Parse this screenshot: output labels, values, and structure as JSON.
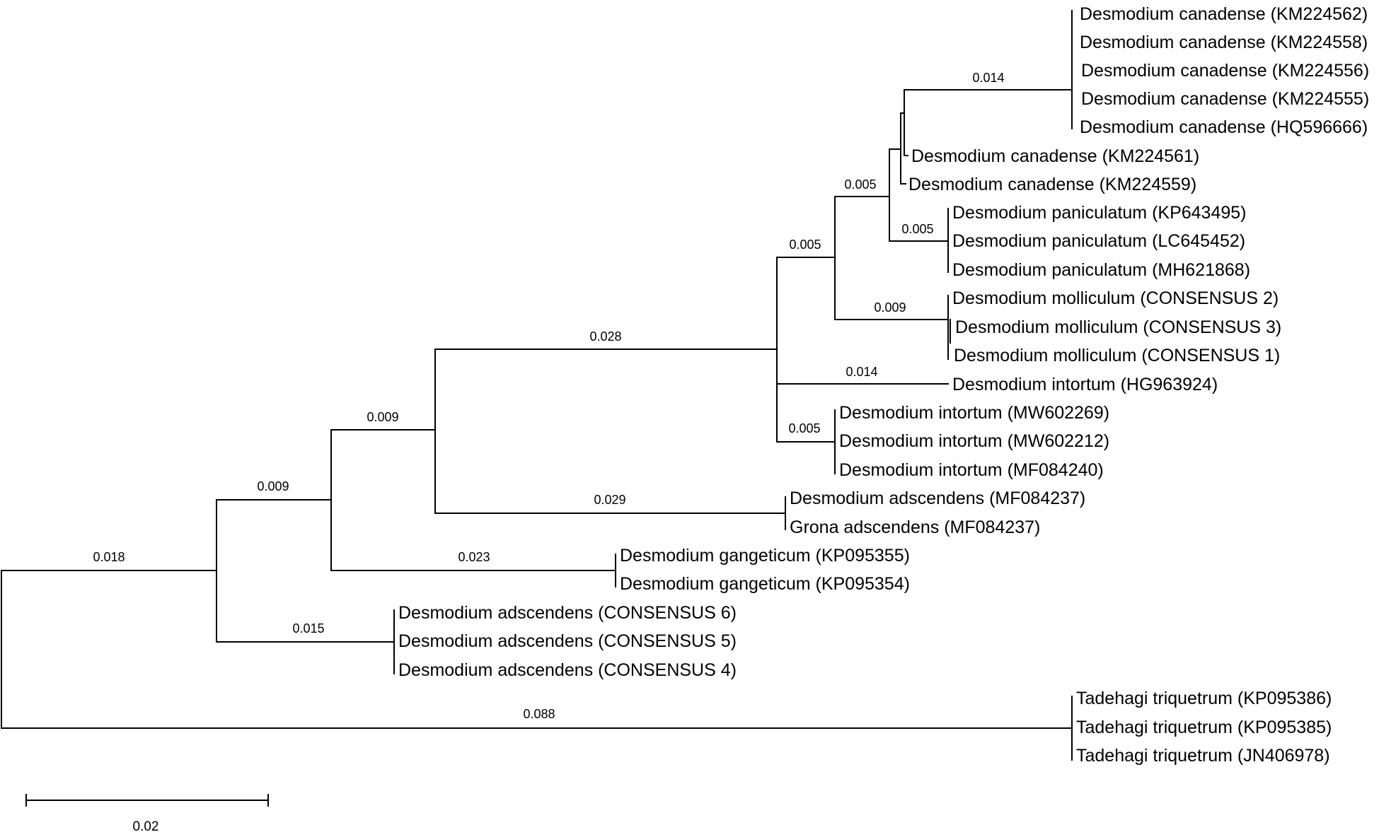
{
  "tree": {
    "taxa": [
      "Desmodium canadense (KM224562)",
      "Desmodium canadense (KM224558)",
      "Desmodium canadense (KM224556)",
      "Desmodium canadense (KM224555)",
      "Desmodium canadense (HQ596666)",
      "Desmodium canadense (KM224561)",
      "Desmodium canadense (KM224559)",
      "Desmodium paniculatum (KP643495)",
      "Desmodium paniculatum (LC645452)",
      "Desmodium paniculatum (MH621868)",
      "Desmodium molliculum (CONSENSUS 2)",
      "Desmodium molliculum (CONSENSUS 3)",
      "Desmodium molliculum (CONSENSUS 1)",
      "Desmodium intortum (HG963924)",
      "Desmodium intortum (MW602269)",
      "Desmodium intortum (MW602212)",
      "Desmodium intortum (MF084240)",
      "Desmodium adscendens (MF084237)",
      "Grona adscendens (MF084237)",
      "Desmodium gangeticum (KP095355)",
      "Desmodium gangeticum (KP095354)",
      "Desmodium adscendens (CONSENSUS 6)",
      "Desmodium adscendens (CONSENSUS 5)",
      "Desmodium adscendens (CONSENSUS 4)",
      "Tadehagi triquetrum (KP095386)",
      "Tadehagi triquetrum (KP095385)",
      "Tadehagi triquetrum (JN406978)"
    ],
    "branch_lengths": {
      "canadense_clade": "0.014",
      "canadense_paniculatum": "0.005",
      "paniculatum_clade": "0.005",
      "upper_group": "0.005",
      "molliculum_clade": "0.009",
      "intortum_hg": "0.014",
      "intortum_clade": "0.005",
      "main_clade": "0.028",
      "adscendens_mf": "0.029",
      "clade_b": "0.009",
      "gangeticum_clade": "0.023",
      "clade_a": "0.009",
      "adscendens_consensus": "0.015",
      "ingroup": "0.018",
      "tadehagi_clade": "0.088"
    },
    "scale_bar": "0.02"
  }
}
